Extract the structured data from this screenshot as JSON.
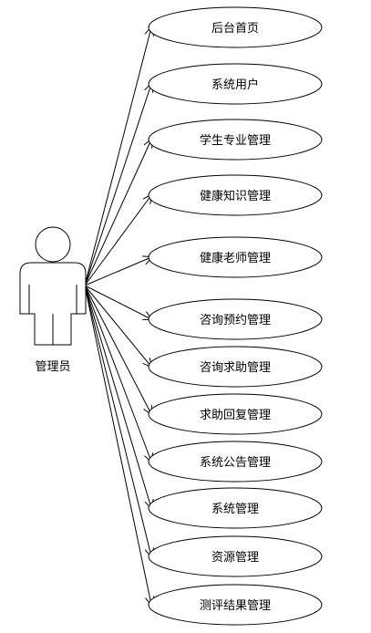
{
  "actor": {
    "label": "管理员"
  },
  "use_cases": [
    {
      "label": "后台首页"
    },
    {
      "label": "系统用户"
    },
    {
      "label": "学生专业管理"
    },
    {
      "label": "健康知识管理"
    },
    {
      "label": "健康老师管理"
    },
    {
      "label": "咨询预约管理"
    },
    {
      "label": "咨询求助管理"
    },
    {
      "label": "求助回复管理"
    },
    {
      "label": "系统公告管理"
    },
    {
      "label": "系统管理"
    },
    {
      "label": "资源管理"
    },
    {
      "label": "测评结果管理"
    }
  ],
  "colors": {
    "stroke": "#000000",
    "fill": "#ffffff"
  }
}
